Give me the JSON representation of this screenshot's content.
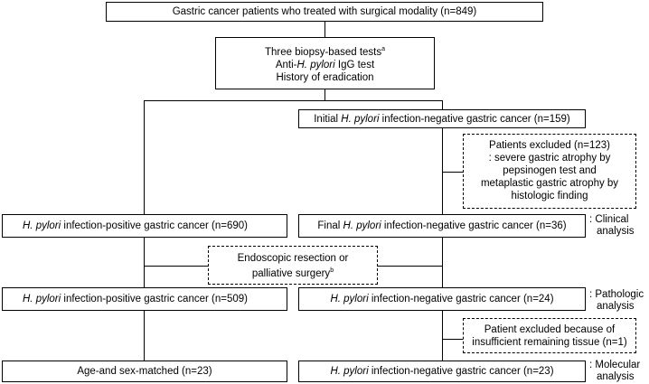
{
  "boxes": {
    "top": "Gastric cancer patients who treated with surgical modality (n=849)",
    "tests_line1": "Three biopsy-based tests",
    "tests_line1_sup": "a",
    "tests_line2_pre": "Anti-",
    "tests_line2_ital": "H. pylori",
    "tests_line2_post": " IgG test",
    "tests_line3": "History of eradication",
    "initial_pre": "Initial ",
    "initial_ital": "H. pylori",
    "initial_post": " infection-negative gastric cancer (n=159)",
    "excluded_line1": "Patients excluded (n=123)",
    "excluded_line2": ": severe gastric atrophy by",
    "excluded_line3": "pepsinogen  test and",
    "excluded_line4": "metaplastic gastric atrophy by",
    "excluded_line5": "histologic finding",
    "pos1_ital": "H. pylori",
    "pos1_post": " infection-positive gastric cancer (n=690)",
    "final_pre": "Final ",
    "final_ital": "H. pylori",
    "final_post": " infection-negative gastric cancer (n=36)",
    "endo_line1": "Endoscopic resection or",
    "endo_line2": "palliative surgery",
    "endo_sup": "b",
    "pos2_ital": "H. pylori",
    "pos2_post": " infection-positive gastric cancer (n=509)",
    "neg2_ital": "H. pylori",
    "neg2_post": " infection-negative gastric cancer (n=24)",
    "excl2_line1": "Patient excluded because of",
    "excl2_line2": "insufficient remaining tissue (n=1)",
    "matched": "Age-and sex-matched (n=23)",
    "neg3_ital": "H. pylori",
    "neg3_post": " infection-negative gastric cancer (n=23)"
  },
  "notes": {
    "clinical_1": ": Clinical",
    "clinical_2": "analysis",
    "pathologic_1": ": Pathologic",
    "pathologic_2": "analysis",
    "molecular_1": ": Molecular",
    "molecular_2": "analysis"
  }
}
